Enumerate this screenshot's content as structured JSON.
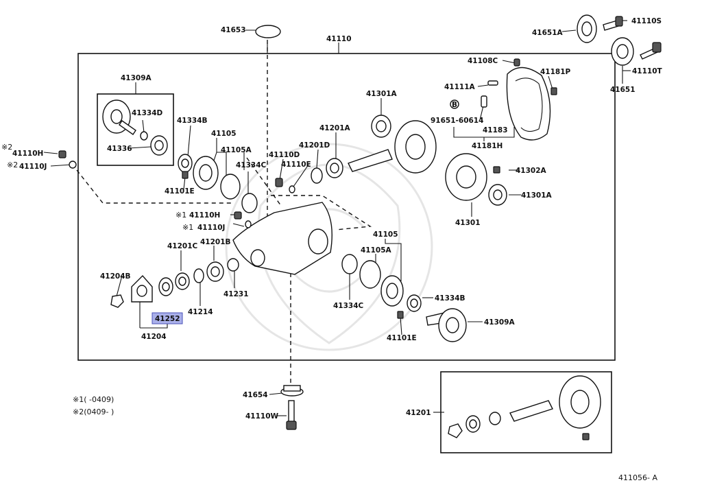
{
  "diagram": {
    "reference_code": "411056- A",
    "highlight_color": "#aab0ea",
    "part_labels": {
      "p41653": "41653",
      "p41110": "41110",
      "p41651A": "41651A",
      "p41110S": "41110S",
      "p41110T": "41110T",
      "p41651": "41651",
      "p41108C": "41108C",
      "p41181P": "41181P",
      "p41111A": "41111A",
      "p91651_60614": "91651-60614",
      "p41183": "41183",
      "p41181H": "41181H",
      "p41309A_top": "41309A",
      "p41334D": "41334D",
      "p41336": "41336",
      "p41334B_top": "41334B",
      "p41105_top": "41105",
      "p41105A_top": "41105A",
      "p41334C_top": "41334C",
      "p41101E_top": "41101E",
      "p41110H_left": "41110H",
      "p41110J_left": "41110J",
      "p41301A_top": "41301A",
      "p41201A": "41201A",
      "p41201D": "41201D",
      "p41110D": "41110D",
      "p41110E": "41110E",
      "p41302A": "41302A",
      "p41301A_right": "41301A",
      "p41301": "41301",
      "p41110H_mid": "41110H",
      "p41110J_mid": "41110J",
      "p41201C": "41201C",
      "p41201B": "41201B",
      "p41204B": "41204B",
      "p41231": "41231",
      "p41214": "41214",
      "p41252": "41252",
      "p41204": "41204",
      "p41105_bot": "41105",
      "p41105A_bot": "41105A",
      "p41334C_bot": "41334C",
      "p41334B_bot": "41334B",
      "p41309A_bot": "41309A",
      "p41101E_bot": "41101E",
      "p41654": "41654",
      "p41110W": "41110W",
      "p41201": "41201"
    },
    "marks": {
      "mark1": "※1",
      "mark2": "※2",
      "circle_b": "B"
    },
    "notes": {
      "note1": "※1(      -0409)",
      "note2": "※2(0409-        )"
    }
  }
}
